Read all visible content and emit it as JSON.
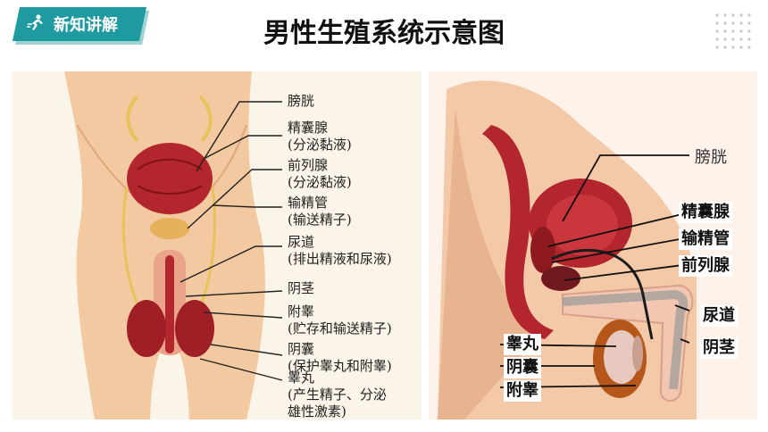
{
  "badge": {
    "label": "新知讲解",
    "icon": "runner-icon"
  },
  "title": "男性生殖系统示意图",
  "left_labels": [
    {
      "name": "膀胱"
    },
    {
      "name": "精囊腺",
      "note": "(分泌黏液)"
    },
    {
      "name": "前列腺",
      "note": "(分泌黏液)"
    },
    {
      "name": "输精管",
      "note": "(输送精子)"
    },
    {
      "name": "尿道",
      "note": "(排出精液和尿液)"
    },
    {
      "name": "阴茎"
    },
    {
      "name": "附睾",
      "note": "(贮存和输送精子)"
    },
    {
      "name": "阴囊",
      "note": "(保护睾丸和附睾)"
    },
    {
      "name": "睾丸",
      "note": "(产生精子、分泌",
      "note2": "雄性激素)"
    }
  ],
  "right_labels": {
    "bladder": "膀胱",
    "seminal_vesicle": "精囊腺",
    "vas_deferens": "输精管",
    "prostate": "前列腺",
    "urethra": "尿道",
    "penis": "阴茎",
    "testis": "睾丸",
    "scrotum": "阴囊",
    "epididymis": "附睾"
  },
  "colors": {
    "accent": "#1f9aa0",
    "organ": "#b3262d",
    "skin": "#f2c9a0"
  }
}
